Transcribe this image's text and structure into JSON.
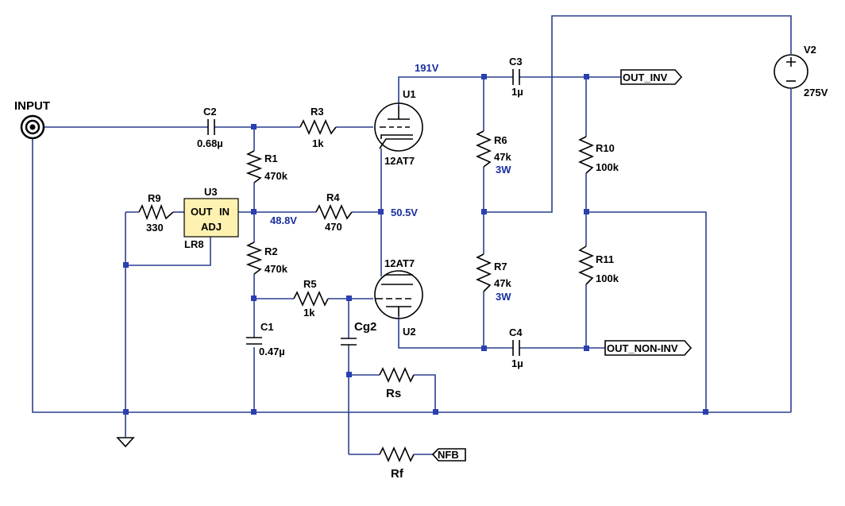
{
  "labels": {
    "input": "INPUT",
    "c2": "C2",
    "c2_val": "0.68µ",
    "r3": "R3",
    "r3_val": "1k",
    "r1": "R1",
    "r1_val": "470k",
    "r9": "R9",
    "r9_val": "330",
    "u3": "U3",
    "u3_out": "OUT",
    "u3_in": "IN",
    "u3_adj": "ADJ",
    "u3_part": "LR8",
    "r4": "R4",
    "r4_val": "470",
    "r2": "R2",
    "r2_val": "470k",
    "r5": "R5",
    "r5_val": "1k",
    "c1": "C1",
    "c1_val": "0.47µ",
    "cg2": "Cg2",
    "rs": "Rs",
    "rf": "Rf",
    "nfb": "NFB",
    "u1": "U1",
    "u1_part": "12AT7",
    "u2": "U2",
    "u2_part": "12AT7",
    "c3": "C3",
    "c3_val": "1µ",
    "c4": "C4",
    "c4_val": "1µ",
    "r6": "R6",
    "r6_val": "47k",
    "r6_pwr": "3W",
    "r7": "R7",
    "r7_val": "47k",
    "r7_pwr": "3W",
    "r10": "R10",
    "r10_val": "100k",
    "r11": "R11",
    "r11_val": "100k",
    "v2": "V2",
    "v2_val": "275V",
    "out_inv": "OUT_INV",
    "out_non_inv": "OUT_NON-INV"
  },
  "voltages": {
    "plate": "191V",
    "reg_out": "48.8V",
    "cathode_grid": "50.5V"
  },
  "colors": {
    "wire": "#2a3f8f",
    "component": "#000000",
    "node_dot": "#2a3fb0",
    "voltage_text": "#1a2f9c",
    "regulator_fill": "#fff2b0"
  }
}
